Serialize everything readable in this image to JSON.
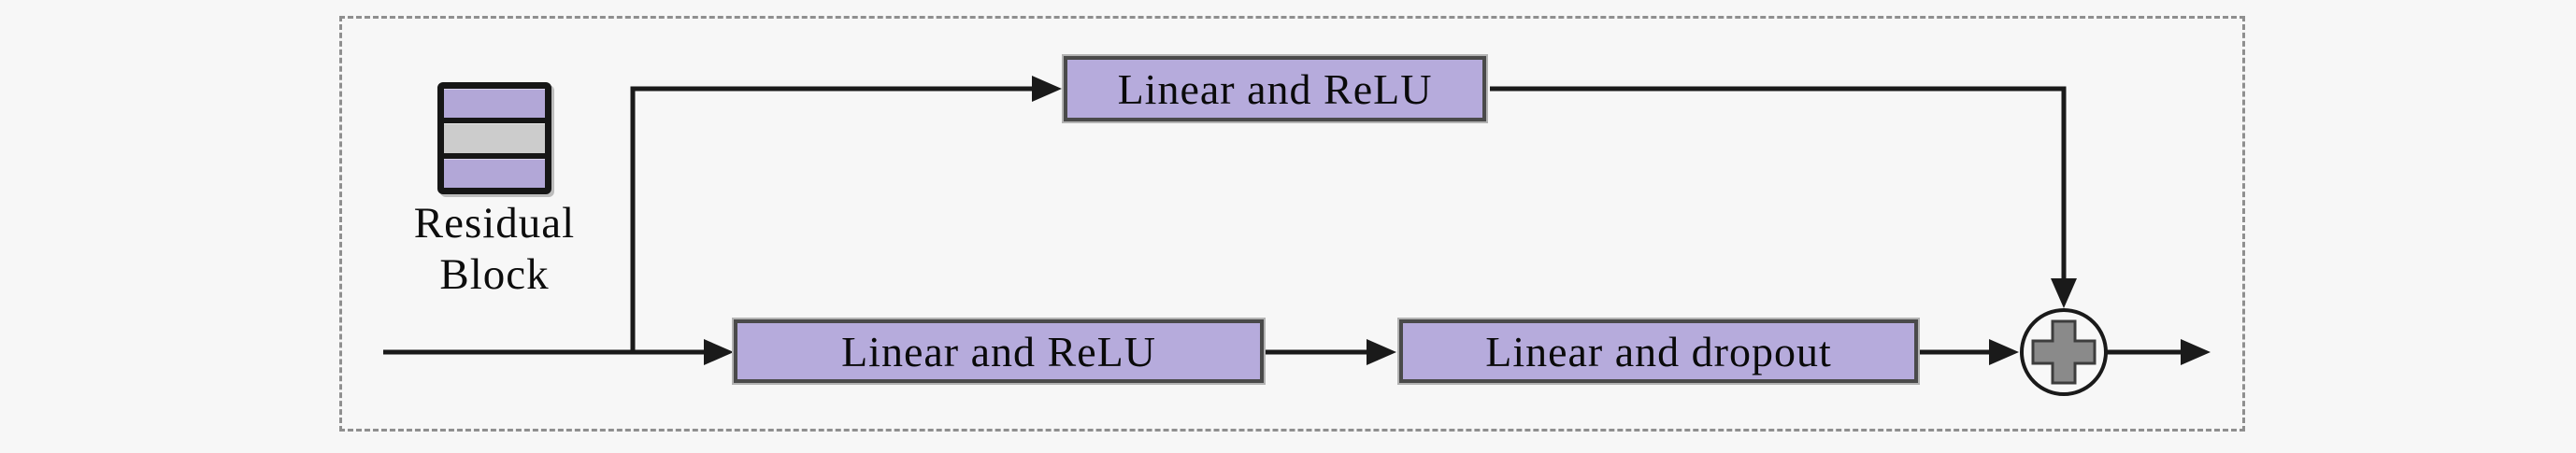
{
  "legend": {
    "line1": "Residual",
    "line2": "Block"
  },
  "nodes": [
    {
      "id": "top_branch_linear_relu",
      "label": "Linear and ReLU"
    },
    {
      "id": "main_branch_linear_relu",
      "label": "Linear and ReLU"
    },
    {
      "id": "main_branch_linear_dropout",
      "label": "Linear and dropout"
    }
  ],
  "operator": {
    "symbol": "+"
  },
  "colors": {
    "background": "#f7f7f7",
    "box_fill": "#b6abdc",
    "box_border": "#4a4a4a",
    "icon_purple": "#b2a7d7",
    "icon_gray": "#cccccc",
    "wire": "#1a1a1a",
    "dashed_border": "#8f8f8f",
    "plus_fill": "#8a8a8a"
  }
}
